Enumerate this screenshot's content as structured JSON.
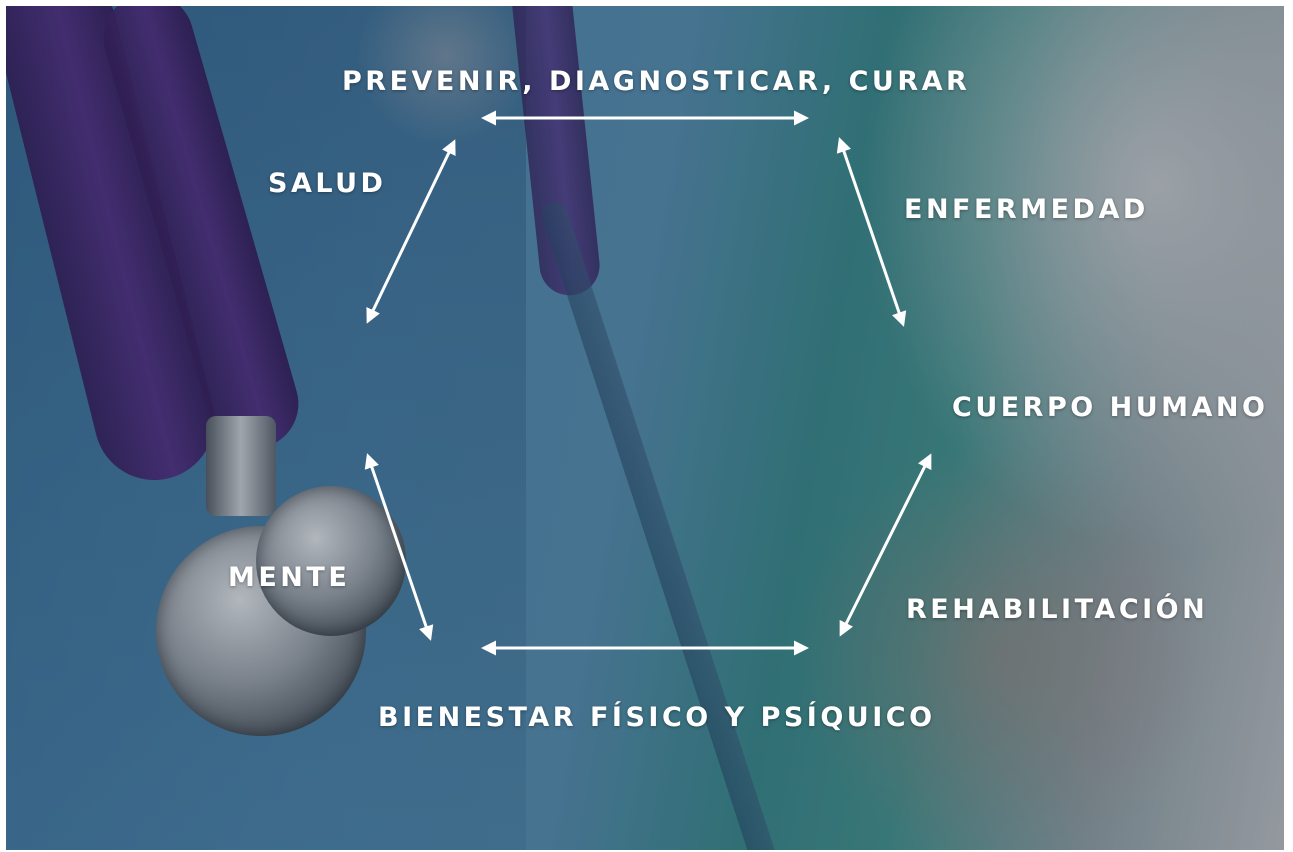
{
  "colors": {
    "text": "#ffffff",
    "arrow": "#ffffff"
  },
  "labels": {
    "top": "PREVENIR, DIAGNOSTICAR, CURAR",
    "salud": "SALUD",
    "enfermedad": "ENFERMEDAD",
    "cuerpo": "CUERPO HUMANO",
    "mente": "MENTE",
    "rehabilitacion": "REHABILITACIÓN",
    "bottom": "BIENESTAR FÍSICO Y PSÍQUICO"
  }
}
